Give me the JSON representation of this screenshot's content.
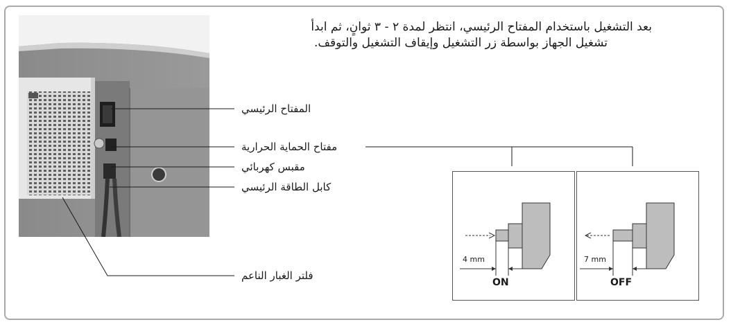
{
  "instruction": {
    "line1": "بعد التشغيل باستخدام المفتاح الرئيسي، انتظر لمدة ٢ - ٣ ثوانٍ، ثم ابدأ",
    "line2": "تشغيل الجهاز بواسطة زر التشغيل وإيقاف التشغيل والتوقف."
  },
  "labels": {
    "main_switch": "المفتاح الرئيسي",
    "thermal_switch": "مفتاح الحماية الحرارية",
    "power_socket": "مقبس كهربائي",
    "main_cable": "كابل الطاقة الرئيسي",
    "fine_filter": "فلتر الغبار الناعم"
  },
  "switch_states": [
    {
      "distance": "4 mm",
      "state": "ON"
    },
    {
      "distance": "7 mm",
      "state": "OFF"
    }
  ],
  "colors": {
    "frame": "#a9a9a9",
    "photo_bg": "#8f8f8f",
    "housing": "#e9e9e9",
    "grey_part": "#bdbdbd"
  }
}
